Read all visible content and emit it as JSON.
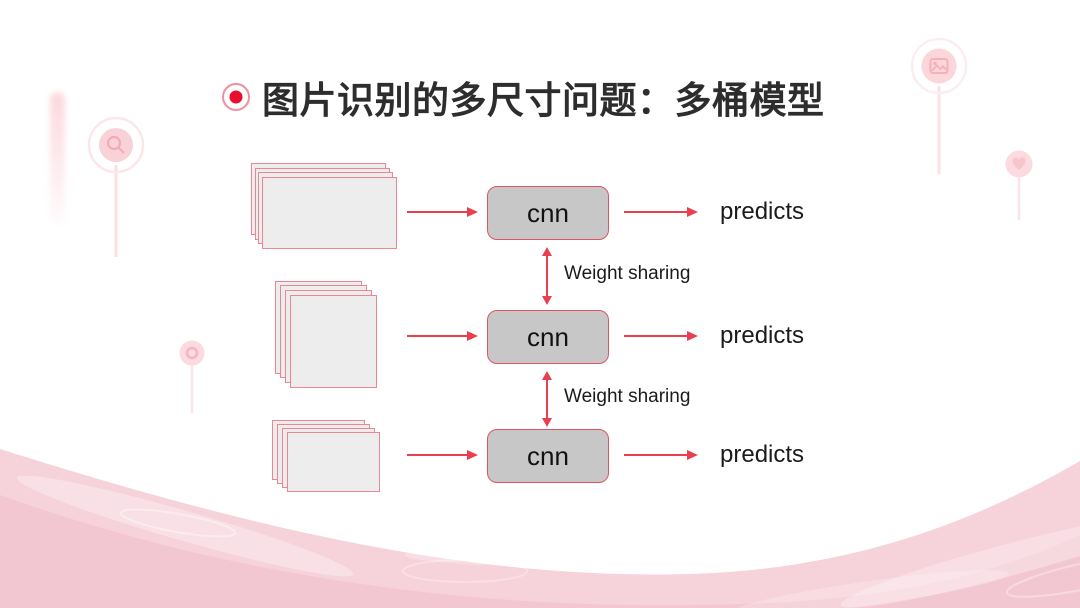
{
  "title": {
    "bullet_icon": "red-dot-bullet",
    "text": "图片识别的多尺寸问题：多桶模型"
  },
  "diagram": {
    "rows": [
      {
        "box_label": "cnn",
        "output_label": "predicts"
      },
      {
        "box_label": "cnn",
        "output_label": "predicts"
      },
      {
        "box_label": "cnn",
        "output_label": "predicts"
      }
    ],
    "weight_links": [
      {
        "label": "Weight sharing"
      },
      {
        "label": "Weight sharing"
      }
    ]
  },
  "decorations": {
    "pins": [
      "search-icon",
      "picture-icon",
      "heart-icon",
      "ring-icon"
    ]
  },
  "colors": {
    "accent_red": "#e8404f",
    "cnn_border": "#e05562",
    "cnn_fill": "#c7c7c7",
    "card_border": "#ea8792",
    "card_fill": "#ededed",
    "title_text": "#2d2d2d",
    "body_text": "#1b1b1b",
    "wave_pink": "#f6d2da",
    "wave_pink_deep": "#f2c2ce",
    "deco_pink": "#f9d3d9"
  }
}
